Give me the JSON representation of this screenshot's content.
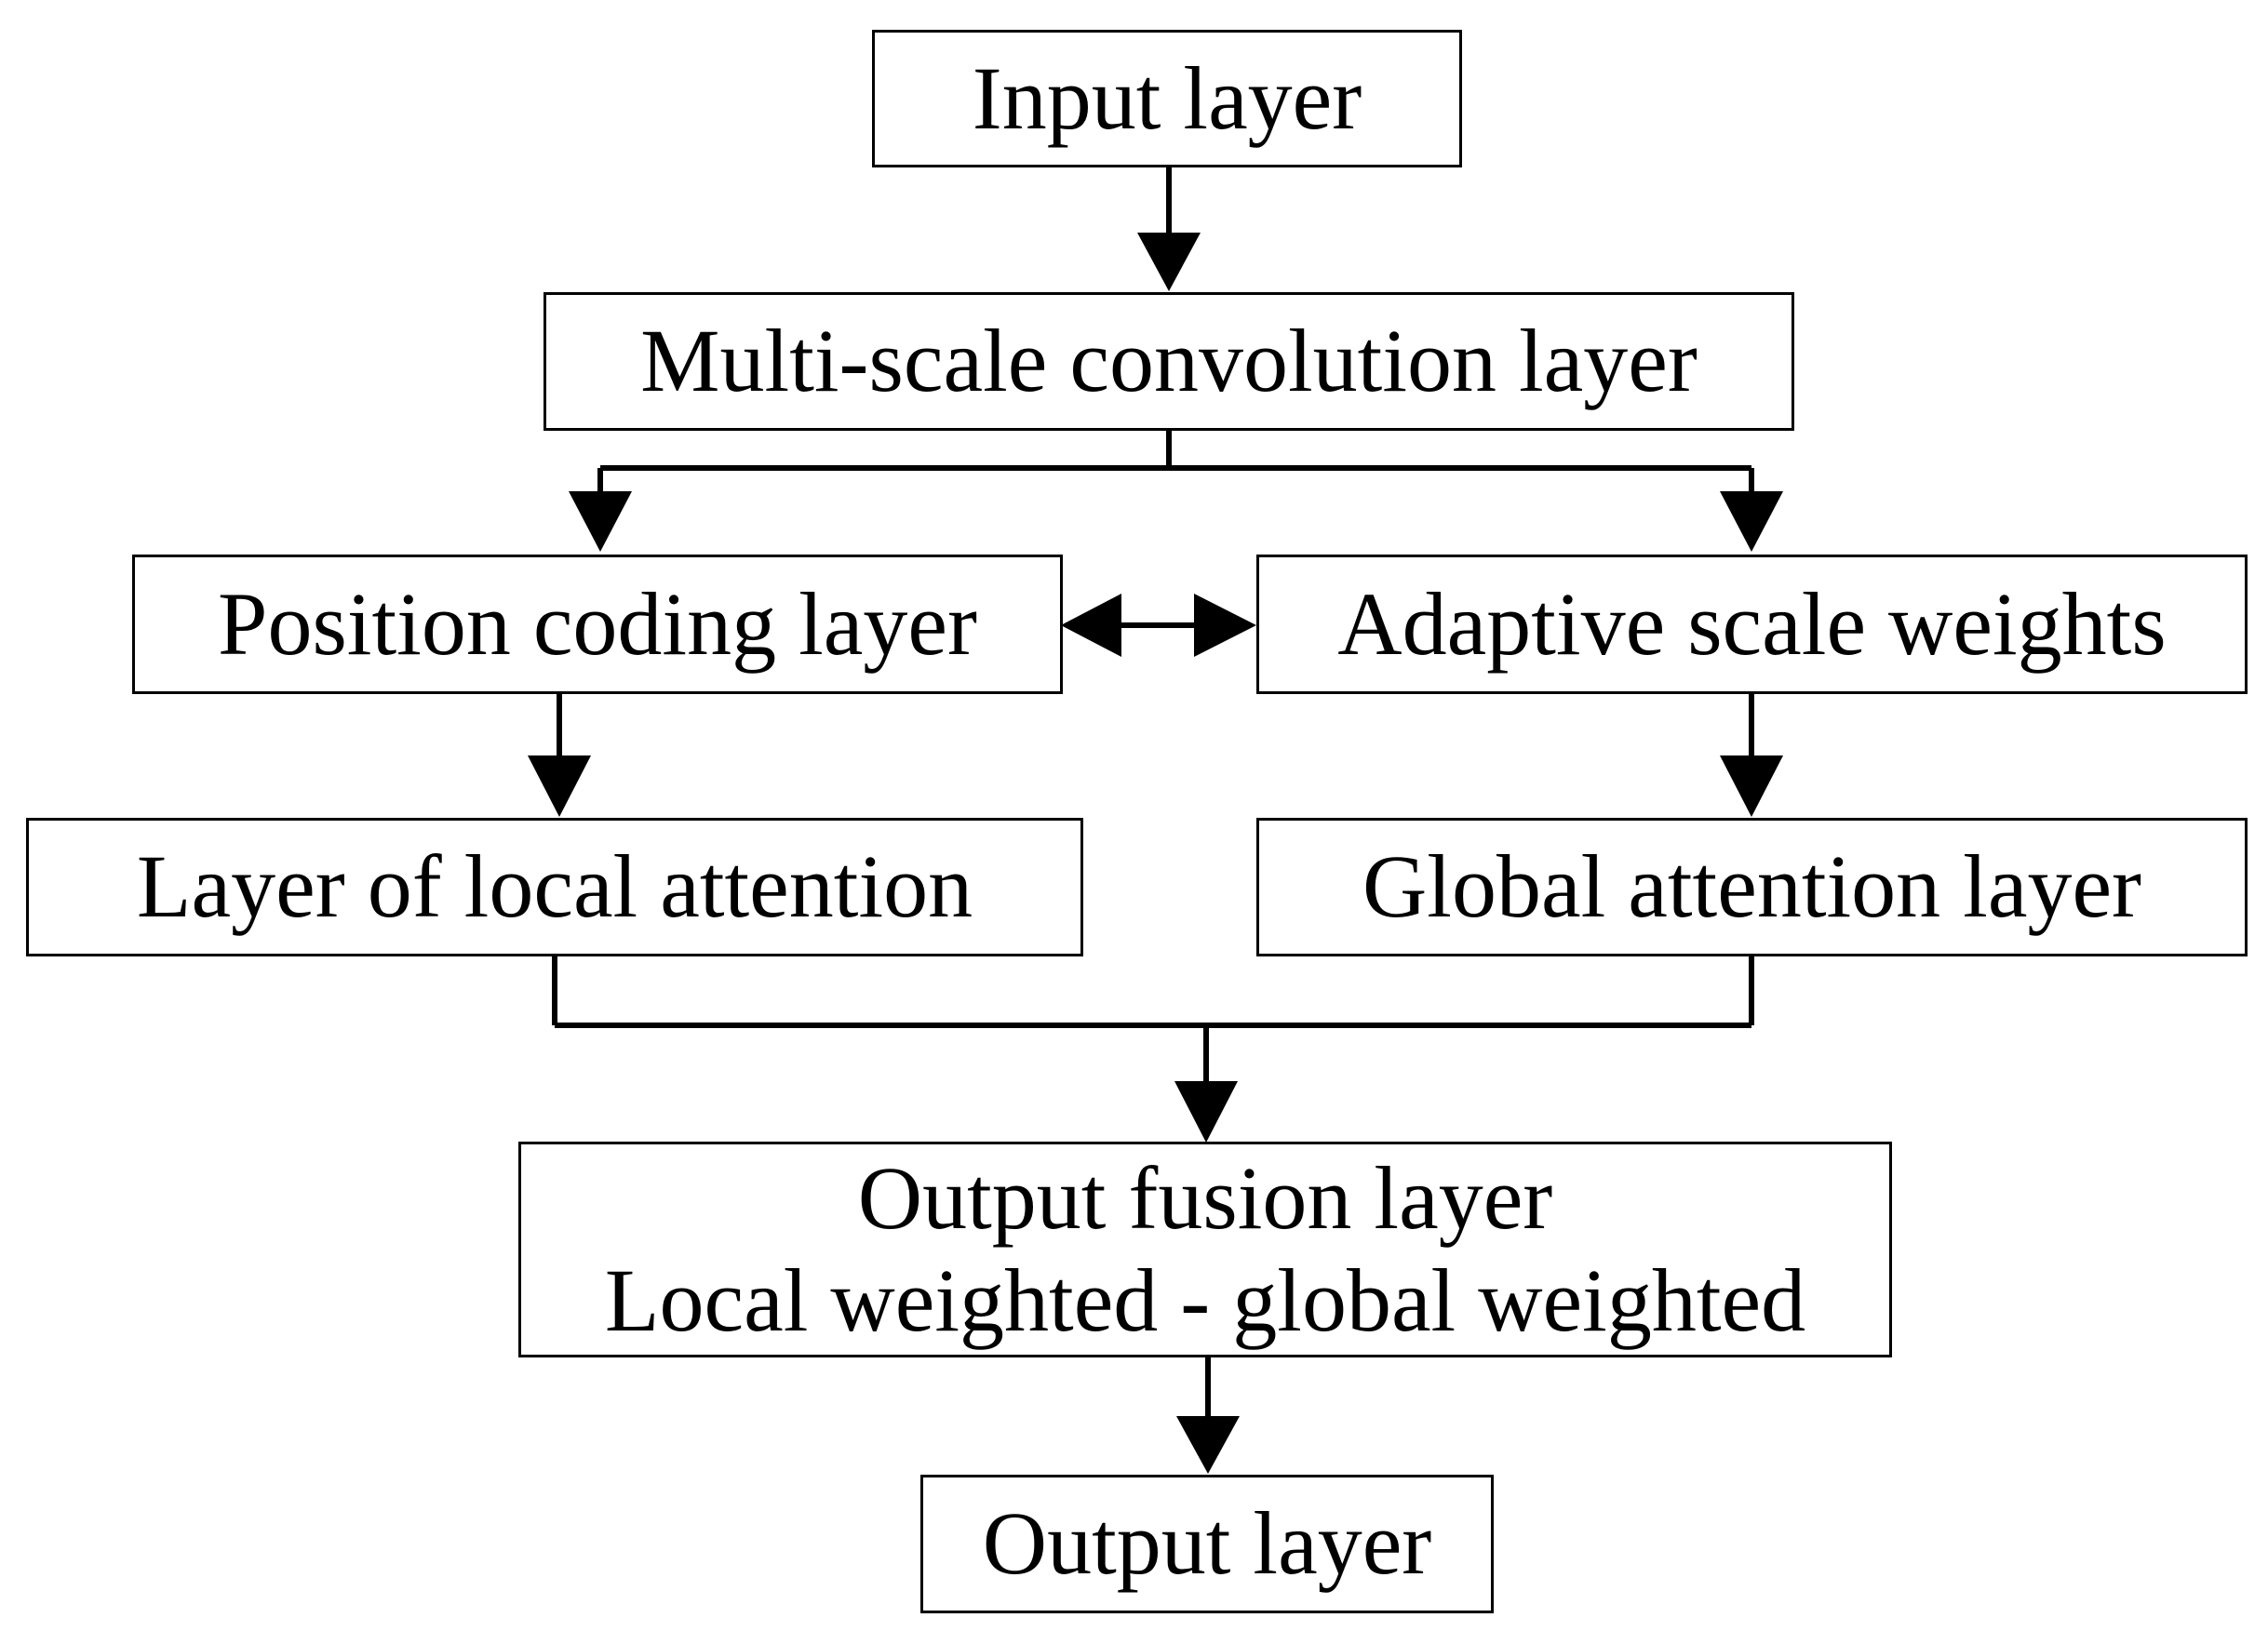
{
  "nodes": {
    "input": "Input layer",
    "multiscale": "Multi-scale convolution layer",
    "position": "Position coding layer",
    "adaptive": "Adaptive scale weights",
    "local": "Layer of local attention",
    "global": "Global attention layer",
    "fusion_line1": "Output fusion layer",
    "fusion_line2": "Local weighted - global weighted",
    "output": "Output layer"
  }
}
